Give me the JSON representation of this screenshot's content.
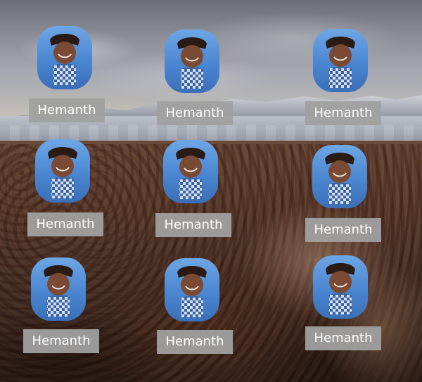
{
  "profiles": [
    {
      "name": "Hemanth",
      "avatar_icon": "person-avatar-icon"
    },
    {
      "name": "Hemanth",
      "avatar_icon": "person-avatar-icon"
    },
    {
      "name": "Hemanth",
      "avatar_icon": "person-avatar-icon"
    },
    {
      "name": "Hemanth",
      "avatar_icon": "person-avatar-icon"
    },
    {
      "name": "Hemanth",
      "avatar_icon": "person-avatar-icon"
    },
    {
      "name": "Hemanth",
      "avatar_icon": "person-avatar-icon"
    },
    {
      "name": "Hemanth",
      "avatar_icon": "person-avatar-icon"
    },
    {
      "name": "Hemanth",
      "avatar_icon": "person-avatar-icon"
    },
    {
      "name": "Hemanth",
      "avatar_icon": "person-avatar-icon"
    }
  ],
  "colors": {
    "label_bg": "#a0a0a0",
    "label_text": "#ffffff",
    "avatar_bg_top": "#6ea7e6",
    "avatar_bg_bottom": "#3b6fb8"
  }
}
